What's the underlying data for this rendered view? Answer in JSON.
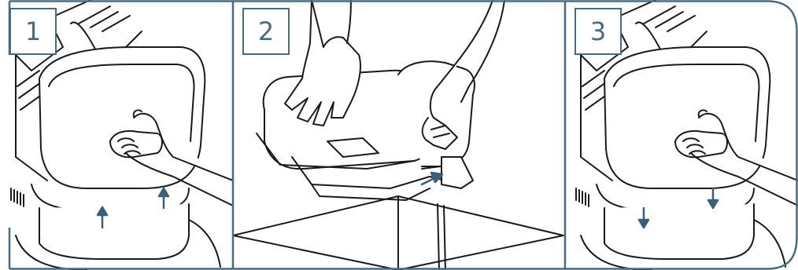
{
  "colors": {
    "frame": "#4a6a80",
    "arrow": "#3b5f78",
    "line": "#1a1a1a"
  },
  "steps": [
    {
      "number": "1",
      "action": "lift"
    },
    {
      "number": "2",
      "action": "tilt"
    },
    {
      "number": "3",
      "action": "lower"
    }
  ]
}
